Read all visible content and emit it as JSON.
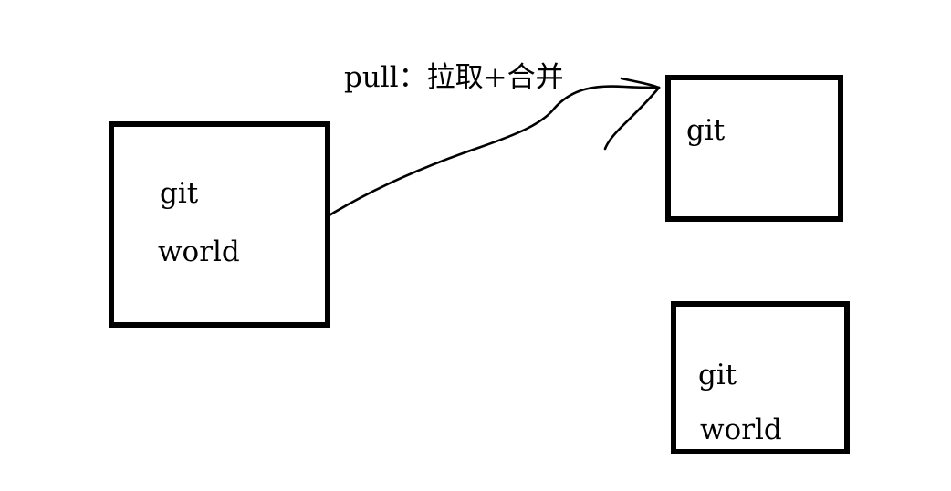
{
  "diagram": {
    "arrow": {
      "label": "pull：拉取+合并"
    },
    "left_box": {
      "lines": [
        "git",
        "world"
      ]
    },
    "right_top_box": {
      "lines": [
        "git"
      ]
    },
    "right_bottom_box": {
      "lines": [
        "git",
        "world"
      ]
    }
  },
  "colors": {
    "ink": "#000000",
    "background": "#ffffff"
  }
}
